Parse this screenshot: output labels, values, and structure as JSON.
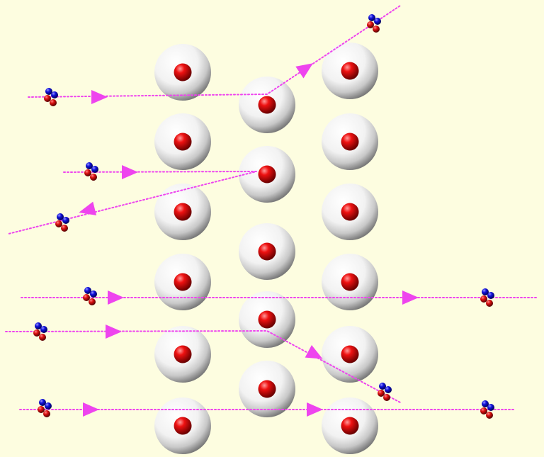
{
  "colors": {
    "background": "#fdfde0",
    "path": "#ee44ee",
    "arrow": "#ee44ee",
    "nucleus": "#dd0000",
    "proton": "#cc1111",
    "neutron": "#1111cc"
  },
  "scene": {
    "atoms_left_column": 6,
    "atoms_middle_column": 5,
    "atoms_right_column": 6,
    "alpha_particle_paths": 6
  }
}
